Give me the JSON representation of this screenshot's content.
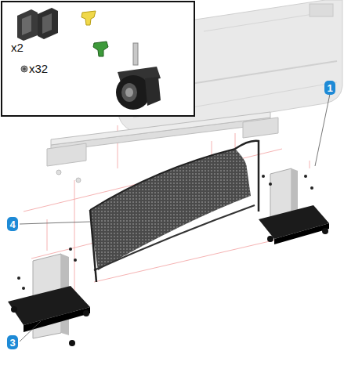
{
  "diagram": {
    "nodes": [
      {
        "text": [
          "1"
        ]
      },
      {
        "text": [
          "4"
        ]
      },
      {
        "text": [
          "3"
        ]
      }
    ],
    "labels": [
      "x2",
      "x32"
    ]
  }
}
